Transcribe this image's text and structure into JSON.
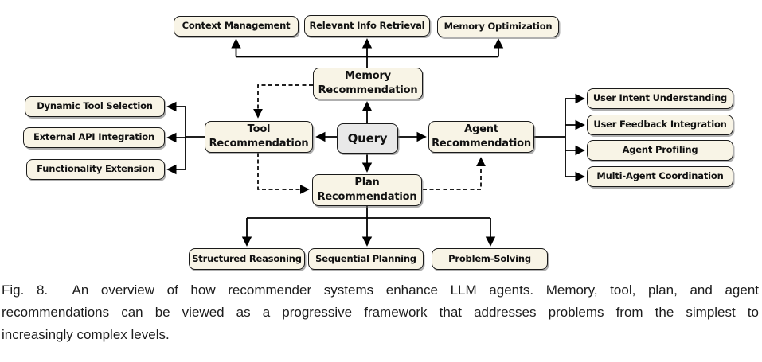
{
  "figure": {
    "caption": {
      "lines": [
        "Fig. 8.  An overview of how recommender systems enhance LLM agents. Memory, tool, plan, and agent",
        "recommendations can be viewed as a progressive framework that addresses problems from the simplest to",
        "increasingly complex levels."
      ]
    }
  },
  "diagram": {
    "nodes": {
      "query": "Query",
      "memory_recommendation": "Memory\nRecommendation",
      "tool_recommendation": "Tool\nRecommendation",
      "agent_recommendation": "Agent\nRecommendation",
      "plan_recommendation": "Plan\nRecommendation",
      "context_management": "Context Management",
      "relevant_info_retrieval": "Relevant Info Retrieval",
      "memory_optimization": "Memory Optimization",
      "dynamic_tool_selection": "Dynamic Tool Selection",
      "external_api_integration": "External API Integration",
      "functionality_extension": "Functionality Extension",
      "user_intent_understanding": "User Intent Understanding",
      "user_feedback_integration": "User Feedback Integration",
      "agent_profiling": "Agent Profiling",
      "multi_agent_coordination": "Multi-Agent Coordination",
      "structured_reasoning": "Structured Reasoning",
      "sequential_planning": "Sequential Planning",
      "problem_solving": "Problem-Solving"
    },
    "edges": {
      "solid": [
        {
          "from": "query",
          "to": "memory_recommendation"
        },
        {
          "from": "query",
          "to": "tool_recommendation"
        },
        {
          "from": "query",
          "to": "agent_recommendation"
        },
        {
          "from": "query",
          "to": "plan_recommendation"
        },
        {
          "from": "memory_recommendation",
          "to": "context_management"
        },
        {
          "from": "memory_recommendation",
          "to": "relevant_info_retrieval"
        },
        {
          "from": "memory_recommendation",
          "to": "memory_optimization"
        },
        {
          "from": "tool_recommendation",
          "to": "dynamic_tool_selection"
        },
        {
          "from": "tool_recommendation",
          "to": "external_api_integration"
        },
        {
          "from": "tool_recommendation",
          "to": "functionality_extension"
        },
        {
          "from": "agent_recommendation",
          "to": "user_intent_understanding"
        },
        {
          "from": "agent_recommendation",
          "to": "user_feedback_integration"
        },
        {
          "from": "agent_recommendation",
          "to": "agent_profiling"
        },
        {
          "from": "agent_recommendation",
          "to": "multi_agent_coordination"
        },
        {
          "from": "plan_recommendation",
          "to": "structured_reasoning"
        },
        {
          "from": "plan_recommendation",
          "to": "sequential_planning"
        },
        {
          "from": "plan_recommendation",
          "to": "problem_solving"
        }
      ],
      "dashed": [
        {
          "from": "memory_recommendation",
          "to": "tool_recommendation"
        },
        {
          "from": "tool_recommendation",
          "to": "plan_recommendation"
        },
        {
          "from": "plan_recommendation",
          "to": "agent_recommendation"
        }
      ]
    },
    "colors": {
      "node_fill": "#f8f4e6",
      "query_fill": "#e9e9e9",
      "node_border": "#1a1a1a",
      "arrow": "#000000",
      "background": "#ffffff"
    }
  }
}
